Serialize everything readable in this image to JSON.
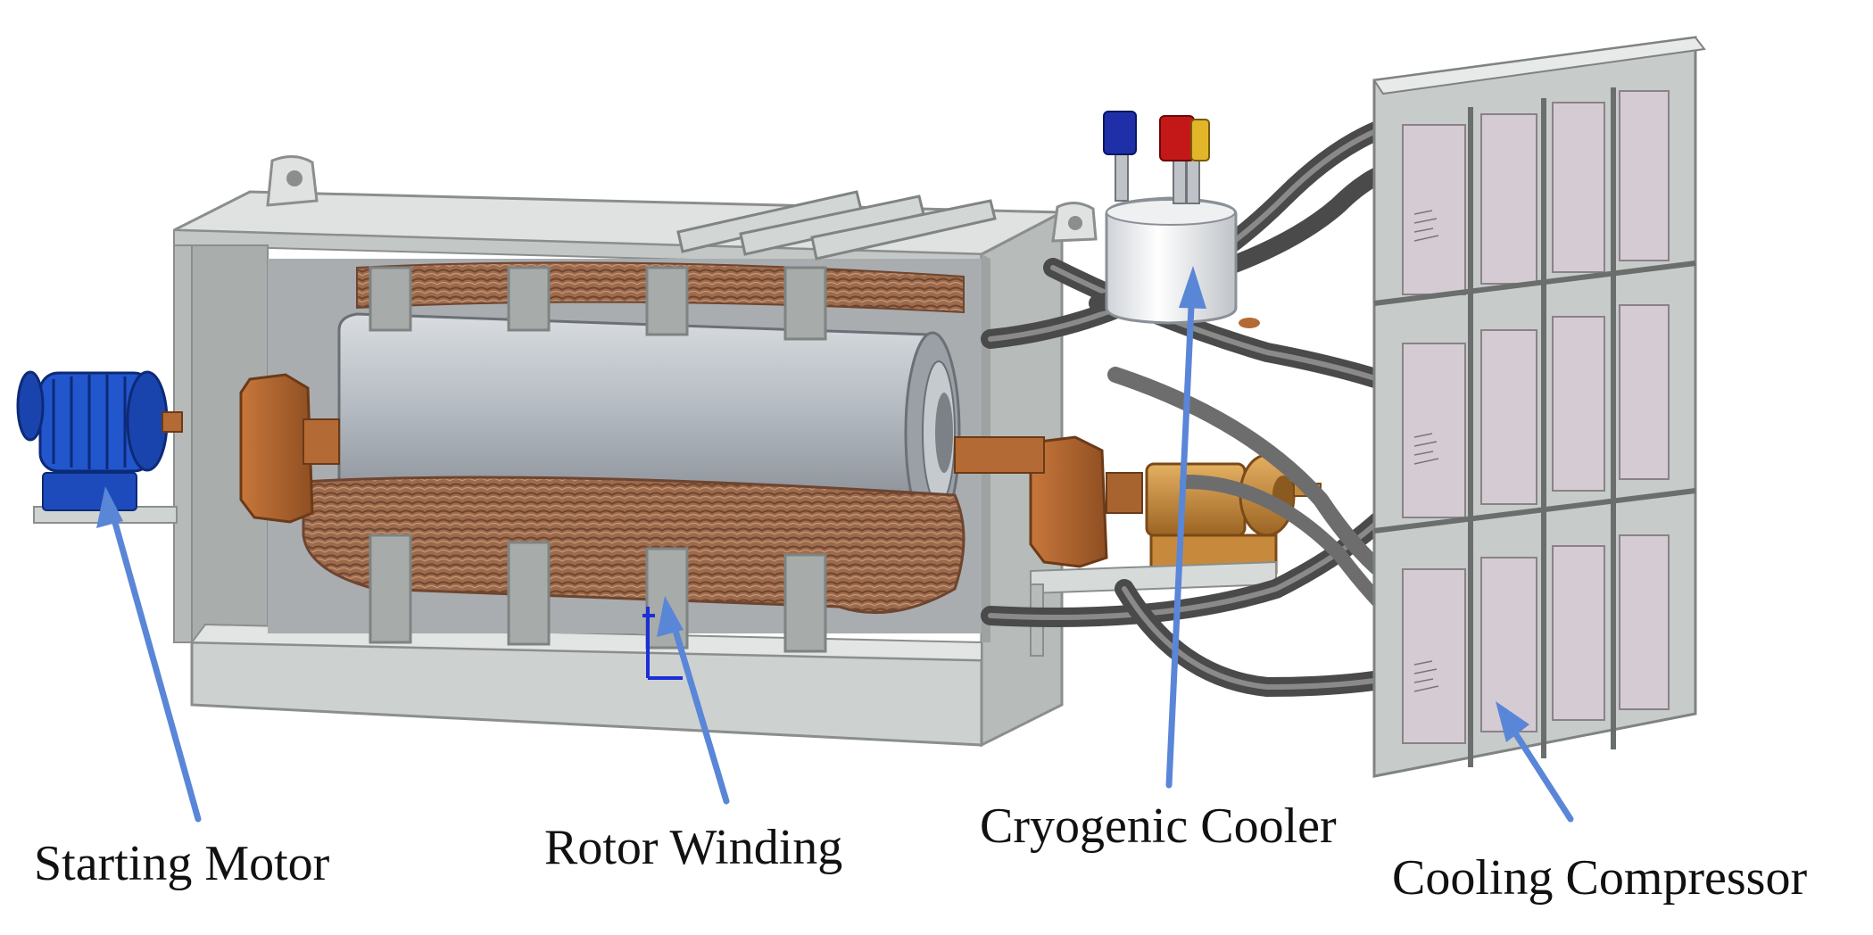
{
  "labels": {
    "starting_motor": "Starting Motor",
    "rotor_winding": "Rotor Winding",
    "cryogenic_cooler": "Cryogenic Cooler",
    "cooling_compressor": "Cooling Compressor"
  },
  "colors": {
    "background": "#ffffff",
    "arrow": "#5a86d8",
    "frame": "#c9cdcb",
    "frame_dark": "#9a9e9c",
    "copper": "#9a6a48",
    "rotor": "#b9bfc6",
    "motor_blue": "#1f4fbf",
    "brass": "#c2883a",
    "hose": "#5a5a5a",
    "compressor_panel": "#cfc6cc"
  }
}
